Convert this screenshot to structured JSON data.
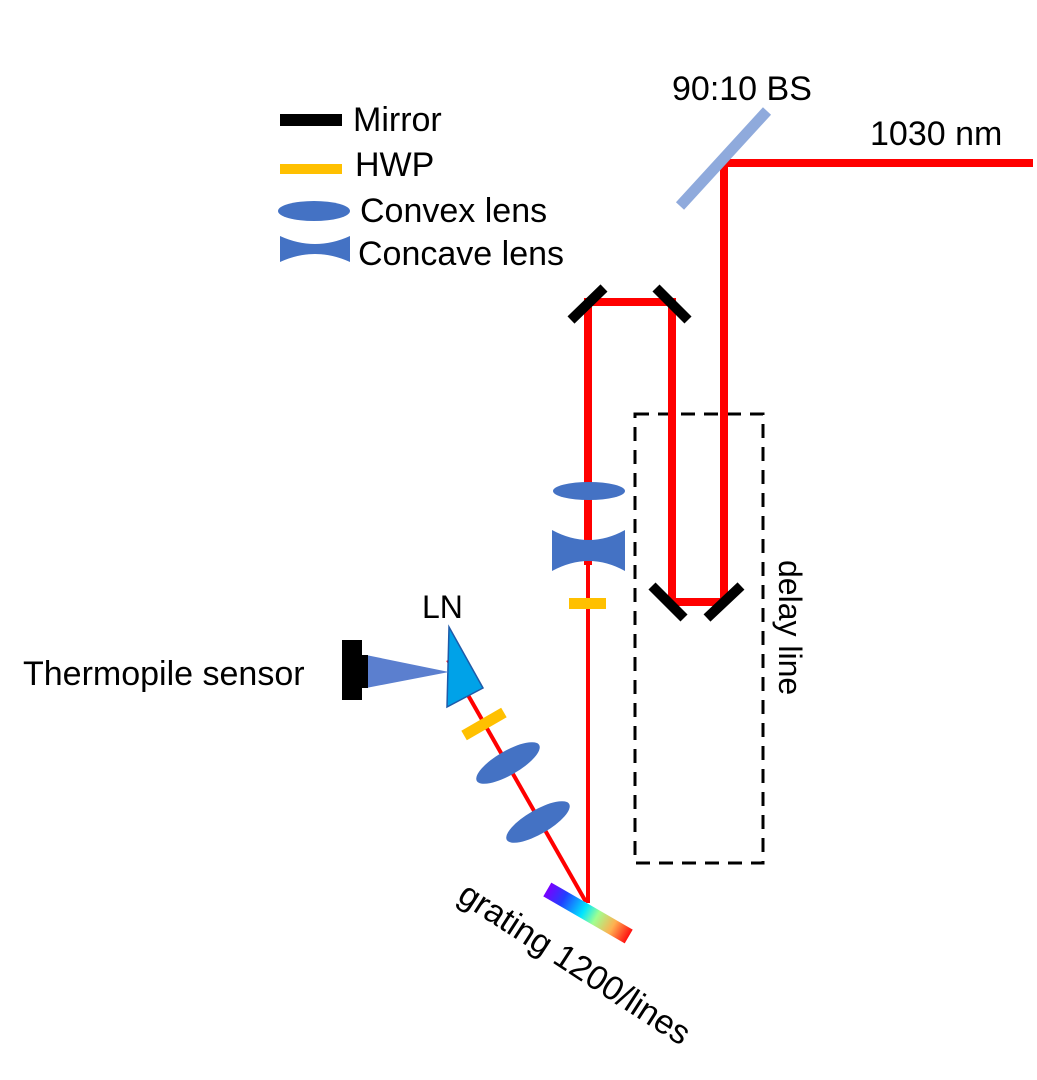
{
  "colors": {
    "beam": "#ff0000",
    "mirror": "#000000",
    "hwp": "#ffc000",
    "lens": "#4472c4",
    "splitter": "#8faadc",
    "crystal": "#00a2e8",
    "sensor_cone": "#5b7fcf",
    "delay_box": "#000000"
  },
  "legend": {
    "mirror": "Mirror",
    "hwp": "HWP",
    "convex": "Convex lens",
    "concave": "Concave lens"
  },
  "labels": {
    "beamsplitter": "90:10 BS",
    "input": "1030 nm",
    "delay": "delay line",
    "crystal": "LN",
    "sensor": "Thermopile sensor",
    "grating": "grating 1200/lines"
  }
}
